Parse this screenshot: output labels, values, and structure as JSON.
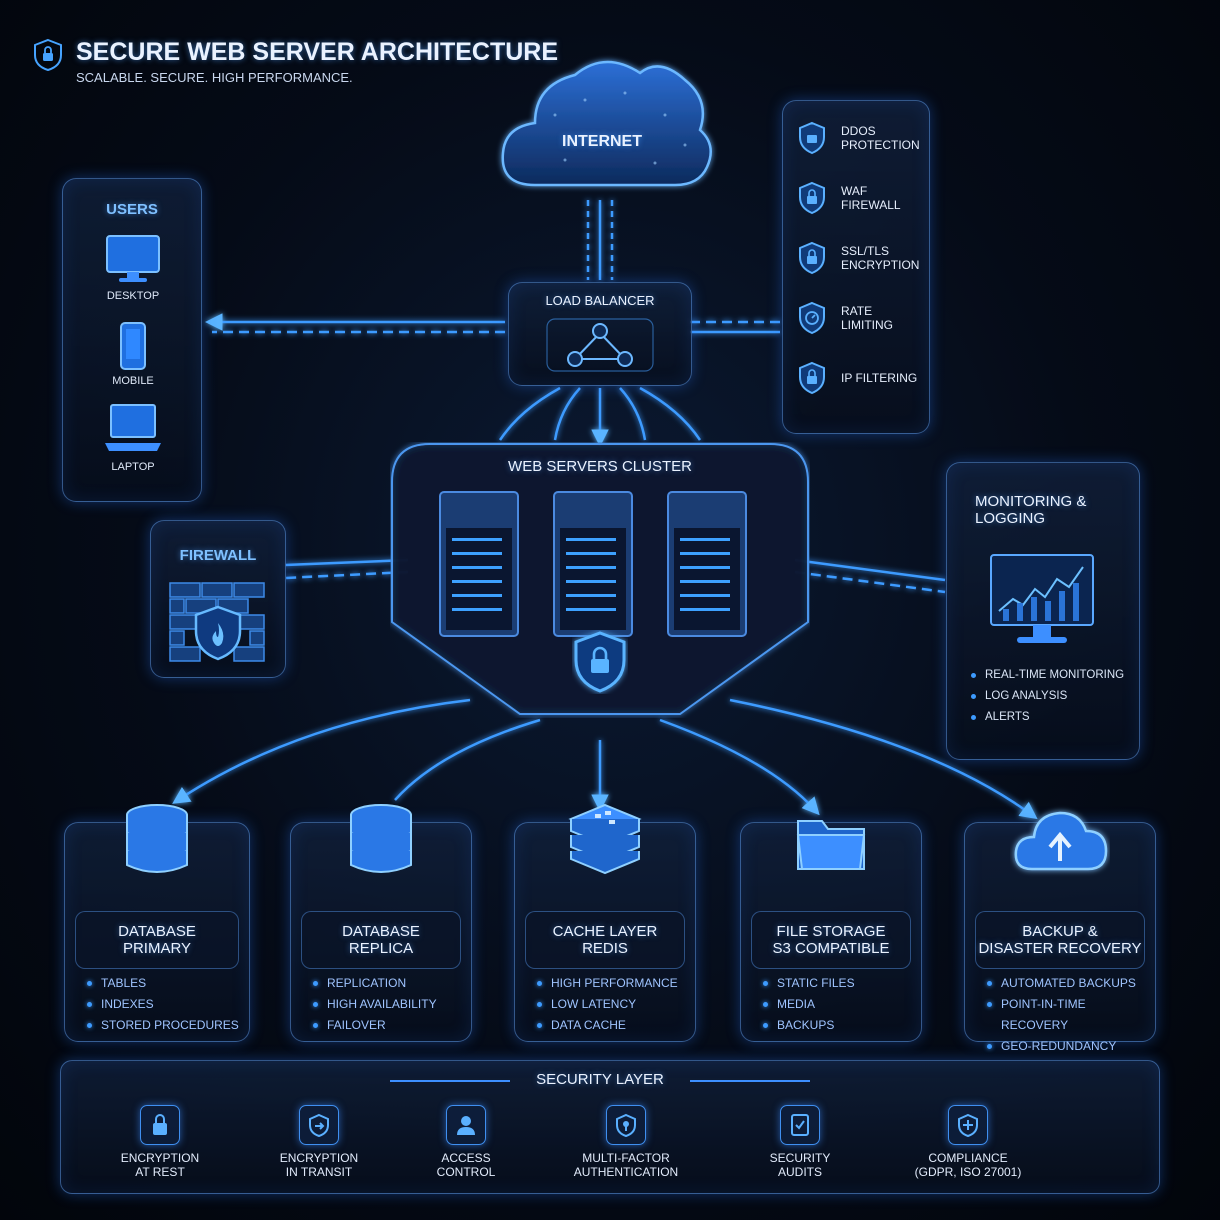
{
  "header": {
    "title": "SECURE WEB SERVER ARCHITECTURE",
    "subtitle": "SCALABLE. SECURE. HIGH PERFORMANCE."
  },
  "internet": {
    "label": "INTERNET"
  },
  "users": {
    "title": "USERS",
    "devices": [
      {
        "label": "DESKTOP",
        "icon": "desktop-icon"
      },
      {
        "label": "MOBILE",
        "icon": "mobile-icon"
      },
      {
        "label": "LAPTOP",
        "icon": "laptop-icon"
      }
    ]
  },
  "load_balancer": {
    "label": "LOAD BALANCER"
  },
  "security_perimeter": {
    "items": [
      {
        "label": "DDOS\nPROTECTION",
        "icon": "shield-icon"
      },
      {
        "label": "WAF\nFIREWALL",
        "icon": "lock-icon"
      },
      {
        "label": "SSL/TLS\nENCRYPTION",
        "icon": "lock-icon"
      },
      {
        "label": "RATE\nLIMITING",
        "icon": "rate-limit-icon"
      },
      {
        "label": "IP FILTERING",
        "icon": "lock-icon"
      }
    ]
  },
  "cluster": {
    "title": "WEB SERVERS CLUSTER"
  },
  "firewall": {
    "title": "FIREWALL"
  },
  "monitoring": {
    "title": "MONITORING &\nLOGGING",
    "items": [
      "REAL-TIME MONITORING",
      "LOG ANALYSIS",
      "ALERTS"
    ]
  },
  "services": [
    {
      "name1": "DATABASE",
      "name2": "PRIMARY",
      "items": [
        "TABLES",
        "INDEXES",
        "STORED PROCEDURES"
      ],
      "icon": "database-icon"
    },
    {
      "name1": "DATABASE",
      "name2": "REPLICA",
      "items": [
        "REPLICATION",
        "HIGH AVAILABILITY",
        "FAILOVER"
      ],
      "icon": "database-icon"
    },
    {
      "name1": "CACHE LAYER",
      "name2": "REDIS",
      "items": [
        "HIGH PERFORMANCE",
        "LOW LATENCY",
        "DATA CACHE"
      ],
      "icon": "cache-stack-icon"
    },
    {
      "name1": "FILE STORAGE",
      "name2": "S3 COMPATIBLE",
      "items": [
        "STATIC FILES",
        "MEDIA",
        "BACKUPS"
      ],
      "icon": "folder-icon"
    },
    {
      "name1": "BACKUP &",
      "name2": "DISASTER RECOVERY",
      "items": [
        "AUTOMATED BACKUPS",
        "POINT-IN-TIME RECOVERY",
        "GEO-REDUNDANCY"
      ],
      "icon": "cloud-upload-icon"
    }
  ],
  "security_layer": {
    "title": "SECURITY LAYER",
    "items": [
      {
        "line1": "ENCRYPTION",
        "line2": "AT REST",
        "icon": "lock-icon"
      },
      {
        "line1": "ENCRYPTION",
        "line2": "IN TRANSIT",
        "icon": "transit-icon"
      },
      {
        "line1": "ACCESS",
        "line2": "CONTROL",
        "icon": "user-icon"
      },
      {
        "line1": "MULTI-FACTOR",
        "line2": "AUTHENTICATION",
        "icon": "key-icon"
      },
      {
        "line1": "SECURITY",
        "line2": "AUDITS",
        "icon": "audit-icon"
      },
      {
        "line1": "COMPLIANCE",
        "line2": "(GDPR, ISO 27001)",
        "icon": "compliance-icon"
      }
    ]
  },
  "colors": {
    "accent": "#2f8cff",
    "background": "#03070f",
    "glow": "#4aa8ff"
  }
}
